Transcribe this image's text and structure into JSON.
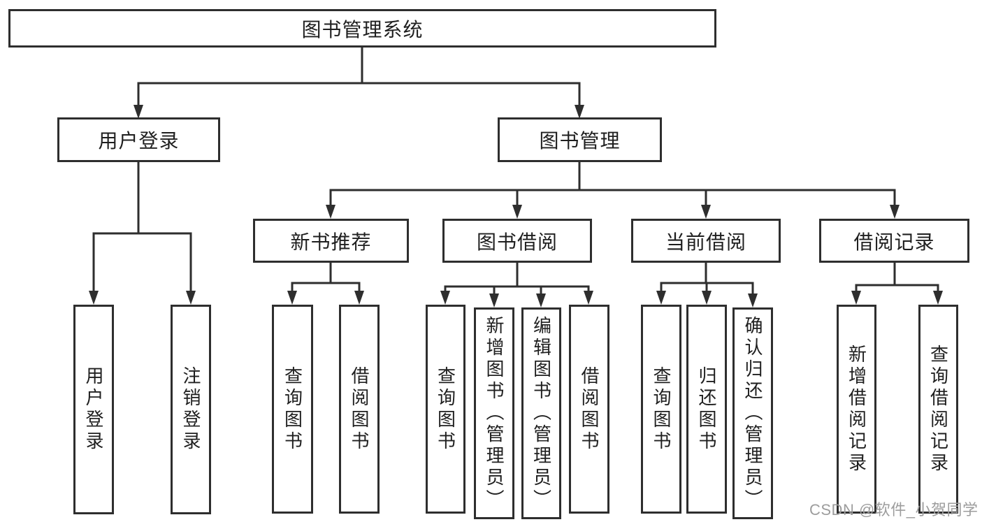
{
  "diagram": {
    "root": {
      "label": "图书管理系统"
    },
    "level2": [
      {
        "id": "user-login",
        "label": "用户登录"
      },
      {
        "id": "book-management",
        "label": "图书管理"
      }
    ],
    "level3": [
      {
        "id": "new-book-recommend",
        "label": "新书推荐"
      },
      {
        "id": "book-borrow",
        "label": "图书借阅"
      },
      {
        "id": "current-borrow",
        "label": "当前借阅"
      },
      {
        "id": "borrow-record",
        "label": "借阅记录"
      }
    ],
    "leaves": {
      "user_login": [
        "用户登录",
        "注销登录"
      ],
      "new_book": [
        "查询图书",
        "借阅图书"
      ],
      "book_borrow": [
        "查询图书",
        "新增图书（管理员）",
        "编辑图书（管理员）",
        "借阅图书"
      ],
      "current_borrow": [
        "查询图书",
        "归还图书",
        "确认归还（管理员）"
      ],
      "borrow_record": [
        "新增借阅记录",
        "查询借阅记录"
      ]
    }
  },
  "watermark": {
    "text": "CSDN @软件_小贺同学",
    "color": "#9d9d9d"
  },
  "colors": {
    "line": "#2e2e2e",
    "text": "#1f1f1f",
    "box_fill": "#ffffff",
    "background": "#ffffff"
  }
}
